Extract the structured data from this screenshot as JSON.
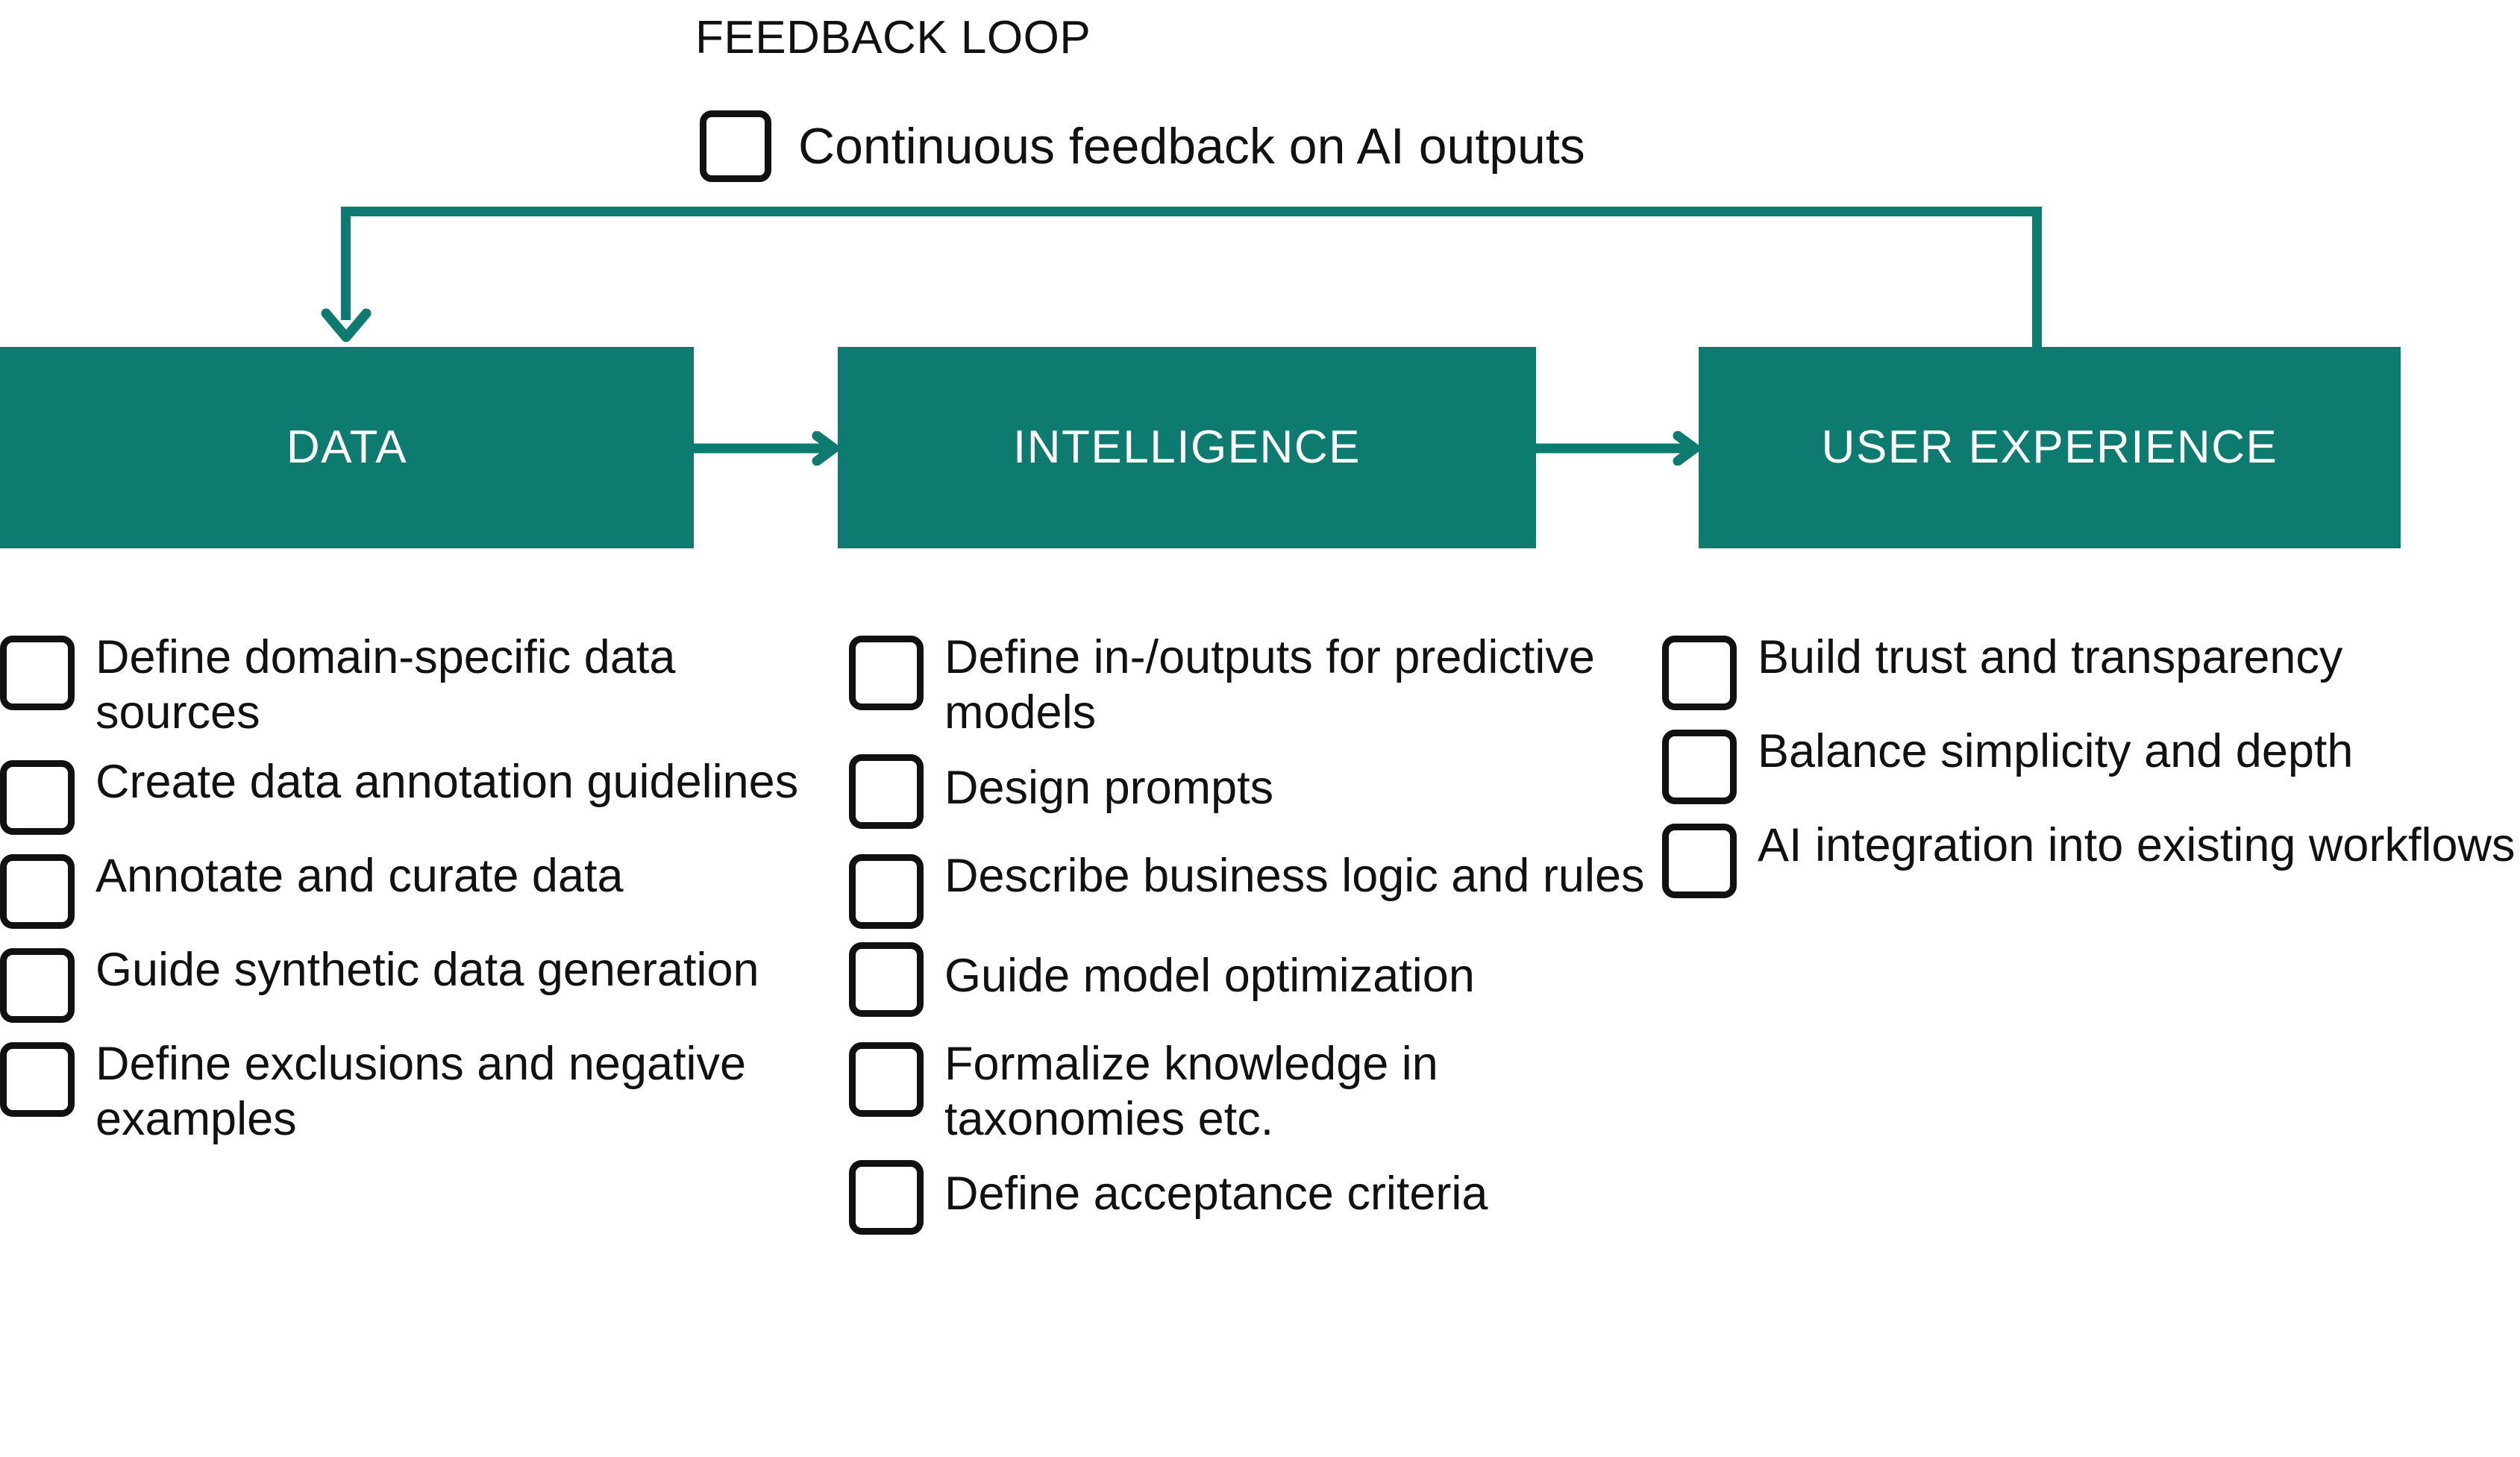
{
  "feedback": {
    "title": "FEEDBACK LOOP",
    "item": "Continuous feedback on AI outputs"
  },
  "colors": {
    "teal": "#0E7B70",
    "text": "#111111",
    "box_text": "#FFFFFF",
    "background": "#FFFFFF"
  },
  "stages": [
    {
      "label": "DATA"
    },
    {
      "label": "INTELLIGENCE"
    },
    {
      "label": "USER EXPERIENCE"
    }
  ],
  "columns": [
    {
      "stage": "DATA",
      "items": [
        "Define domain-specific data sources",
        "Create data annotation guidelines",
        "Annotate and curate data",
        "Guide synthetic data generation",
        "Define exclusions and negative examples"
      ]
    },
    {
      "stage": "INTELLIGENCE",
      "items": [
        "Define in-/outputs for predictive models",
        "Design prompts",
        "Describe business logic and rules",
        "Guide model optimization",
        "Formalize knowledge in taxonomies etc.",
        "Define acceptance criteria"
      ]
    },
    {
      "stage": "USER EXPERIENCE",
      "items": [
        "Build trust and transparency",
        "Balance simplicity and depth",
        "AI integration into existing workflows"
      ]
    }
  ]
}
